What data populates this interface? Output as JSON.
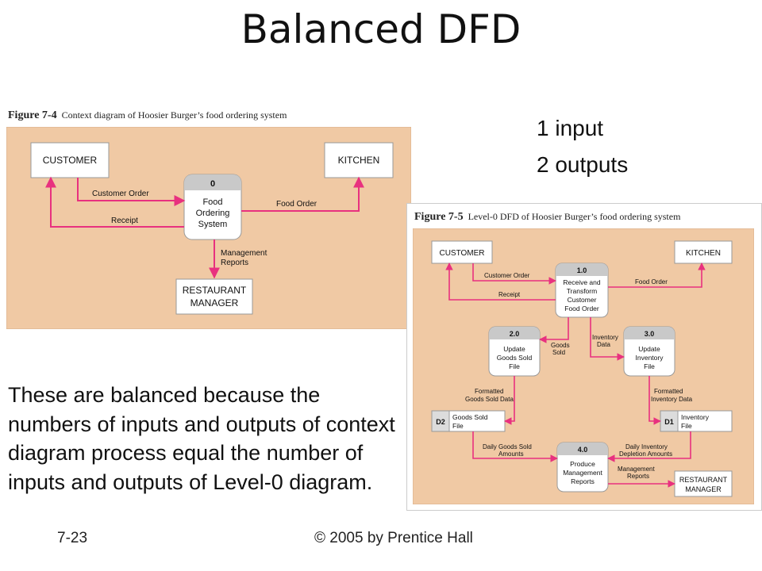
{
  "title": "Balanced DFD",
  "figure_context": {
    "caption_num": "Figure 7-4",
    "caption_text": "Context diagram of Hoosier Burger’s food ordering system",
    "customer": "CUSTOMER",
    "kitchen": "KITCHEN",
    "manager": [
      "RESTAURANT",
      "MANAGER"
    ],
    "process_id": "0",
    "process_label": [
      "Food",
      "Ordering",
      "System"
    ],
    "flow_customer_order": "Customer Order",
    "flow_food_order": "Food Order",
    "flow_receipt": "Receipt",
    "flow_mgmt_reports": [
      "Management",
      "Reports"
    ]
  },
  "figure_level0": {
    "caption_num": "Figure 7-5",
    "caption_text": "Level-0 DFD of Hoosier Burger’s food ordering system",
    "customer": "CUSTOMER",
    "kitchen": "KITCHEN",
    "manager": [
      "RESTAURANT",
      "MANAGER"
    ],
    "p1_id": "1.0",
    "p1_label": [
      "Receive and",
      "Transform",
      "Customer",
      "Food Order"
    ],
    "p2_id": "2.0",
    "p2_label": [
      "Update",
      "Goods Sold",
      "File"
    ],
    "p3_id": "3.0",
    "p3_label": [
      "Update",
      "Inventory",
      "File"
    ],
    "p4_id": "4.0",
    "p4_label": [
      "Produce",
      "Management",
      "Reports"
    ],
    "d2_id": "D2",
    "d2_label": [
      "Goods Sold",
      "File"
    ],
    "d1_id": "D1",
    "d1_label": [
      "Inventory",
      "File"
    ],
    "flow_customer_order": "Customer Order",
    "flow_food_order": "Food Order",
    "flow_receipt": "Receipt",
    "flow_goods_sold": [
      "Goods",
      "Sold"
    ],
    "flow_inventory_data": [
      "Inventory",
      "Data"
    ],
    "flow_formatted_goods": [
      "Formatted",
      "Goods Sold Data"
    ],
    "flow_formatted_inventory": [
      "Formatted",
      "Inventory Data"
    ],
    "flow_daily_goods": [
      "Daily Goods Sold",
      "Amounts"
    ],
    "flow_daily_inventory": [
      "Daily Inventory",
      "Depletion Amounts"
    ],
    "flow_mgmt_reports": [
      "Management",
      "Reports"
    ]
  },
  "side_note": {
    "line1": "1 input",
    "line2": "2 outputs"
  },
  "body_text": "These are balanced because the numbers of inputs and outputs of context diagram process equal the number of inputs and outputs of Level-0 diagram.",
  "footer": {
    "slide_number": "7-23",
    "copyright": "© 2005 by Prentice Hall"
  },
  "colors": {
    "panel": "#f0c9a4",
    "flow": "#e8317f",
    "process_top": "#c9c9c9"
  }
}
